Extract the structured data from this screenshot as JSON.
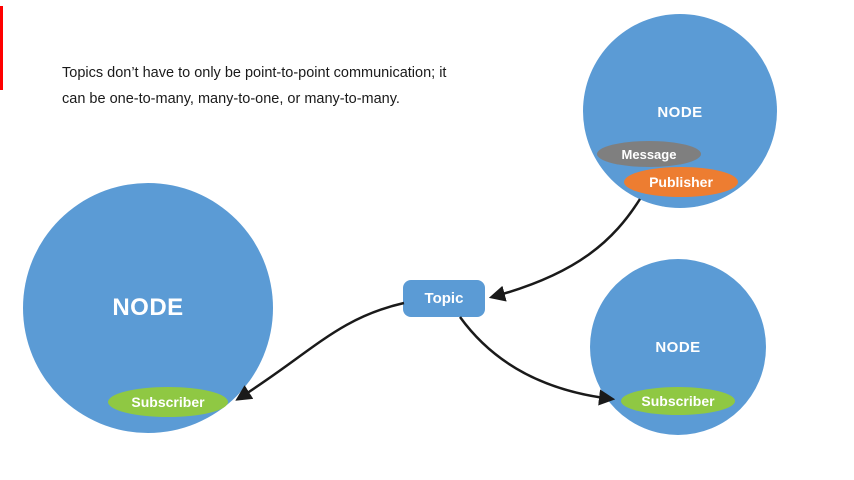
{
  "caption": {
    "text": "Topics don’t have to only be point-to-point communication; it\ncan be one-to-many, many-to-one, or many-to-many."
  },
  "topic": {
    "label": "Topic"
  },
  "nodes": {
    "left": {
      "label": "NODE",
      "subscriber": "Subscriber"
    },
    "top_right": {
      "label": "NODE",
      "message": "Message",
      "publisher": "Publisher"
    },
    "bottom_right": {
      "label": "NODE",
      "subscriber": "Subscriber"
    }
  },
  "colors": {
    "node_blue": "#5b9bd5",
    "topic_blue": "#5b9bd5",
    "subscriber_green": "#8fc843",
    "publisher_orange": "#ed7d31",
    "message_gray": "#7f7f7f",
    "arrow_black": "#1a1a1a",
    "accent_red": "#ff0000"
  }
}
